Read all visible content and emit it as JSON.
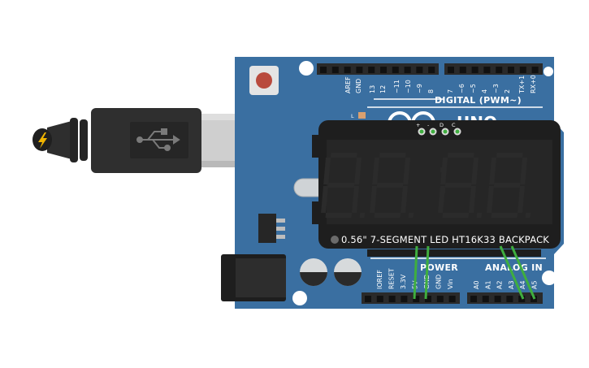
{
  "board": {
    "digital_header_title": "DIGITAL (PWM~)",
    "digital_pins": [
      "AREF",
      "GND",
      "13",
      "12",
      "~11",
      "~10",
      "~9",
      "8",
      "7",
      "~6",
      "~5",
      "4",
      "~3",
      "2",
      "TX+1",
      "RX+0"
    ],
    "power_header_title": "POWER",
    "power_pins": [
      "IOREF",
      "RESET",
      "3.3V",
      "5V",
      "GND",
      "GND",
      "Vin"
    ],
    "analog_header_title": "ANALOG IN",
    "analog_pins": [
      "A0",
      "A1",
      "A2",
      "A3",
      "A4",
      "A5"
    ],
    "led_label": "L",
    "logo_text": "UNO"
  },
  "backpack": {
    "label": "0.56\" 7-SEGMENT LED HT16K33 BACKPACK",
    "pin_labels": [
      "+",
      "-",
      "D",
      "C"
    ],
    "digits": 4
  },
  "colors": {
    "board_blue": "#3a6fa1",
    "header_black": "#2a2a2a",
    "wire_green": "#3fae3f",
    "display_black": "#1e1e1e",
    "segment_off": "#2b2b2b",
    "reset_button_red": "#b94a3d"
  },
  "icons": [
    "usb-icon",
    "lightning-icon"
  ]
}
